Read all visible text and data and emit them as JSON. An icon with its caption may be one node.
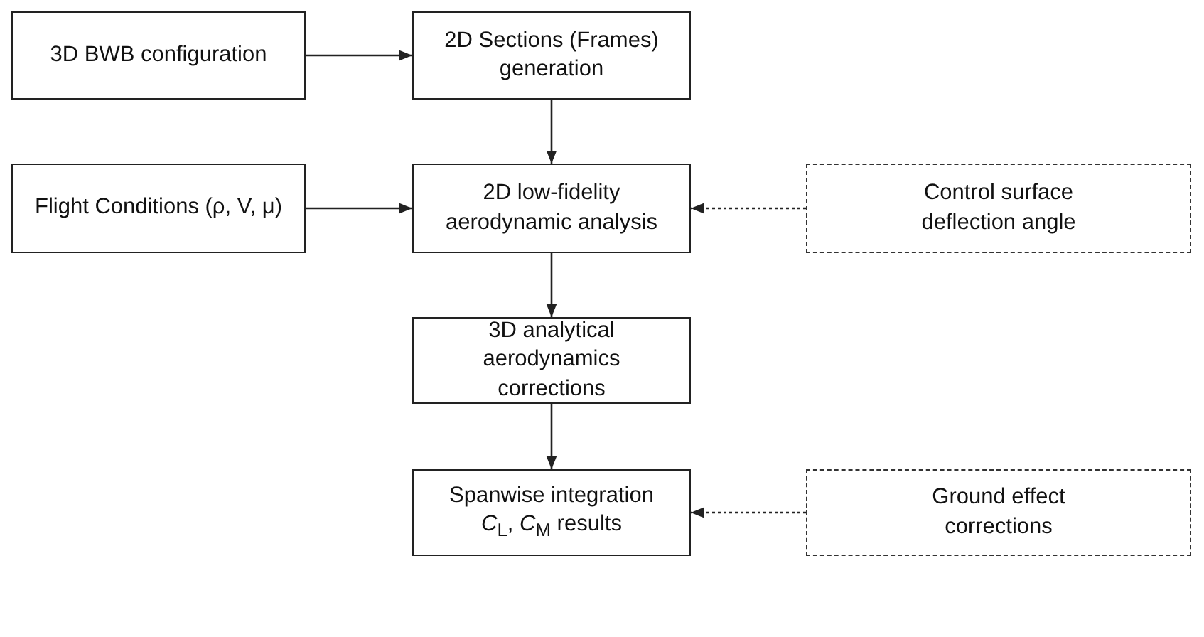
{
  "diagram": {
    "nodes": [
      {
        "text": [
          "3D BWB configuration"
        ]
      },
      {
        "text": [
          "2D Sections (Frames) generation"
        ]
      },
      {
        "text": [
          "Flight Conditions (ρ, V, μ)"
        ]
      },
      {
        "text": [
          "2D low-fidelity aerodynamic analysis"
        ]
      },
      {
        "text": [
          "Control surface deflection angle"
        ]
      },
      {
        "text": [
          "3D analytical aerodynamics corrections"
        ]
      },
      {
        "text": [
          "Spanwise integration *C*$_{L}$, *C*$_{M}$ results"
        ]
      },
      {
        "text": [
          "Ground effect corrections"
        ]
      }
    ],
    "edges": [
      {
        "from": 0,
        "to": 1,
        "arrow": "to"
      },
      {
        "from": 1,
        "to": 3,
        "arrow": "to"
      },
      {
        "from": 2,
        "to": 3,
        "arrow": "to"
      },
      {
        "from": 4,
        "to": 3,
        "arrow": "to",
        "style": "dashed"
      },
      {
        "from": 3,
        "to": 5,
        "arrow": "to"
      },
      {
        "from": 5,
        "to": 6,
        "arrow": "to"
      },
      {
        "from": 7,
        "to": 6,
        "arrow": "to",
        "style": "dashed"
      }
    ]
  }
}
